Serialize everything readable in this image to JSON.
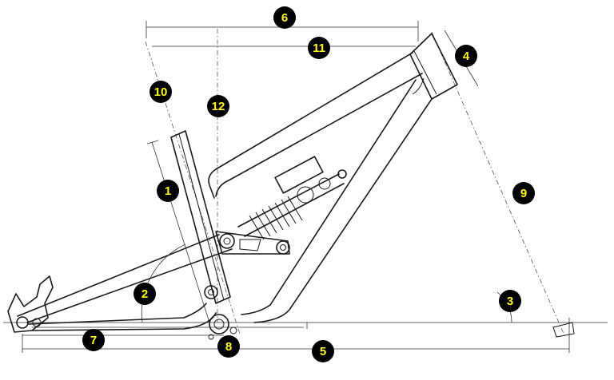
{
  "colors": {
    "marker_fill": "#ffff00",
    "marker_ring": "#000000",
    "marker_text": "#000000",
    "line": "#1a1a1a",
    "background": "#ffffff"
  },
  "markers": [
    {
      "label": "1"
    },
    {
      "label": "2"
    },
    {
      "label": "3"
    },
    {
      "label": "4"
    },
    {
      "label": "5"
    },
    {
      "label": "6"
    },
    {
      "label": "7"
    },
    {
      "label": "8"
    },
    {
      "label": "9"
    },
    {
      "label": "10"
    },
    {
      "label": "11"
    },
    {
      "label": "12"
    }
  ]
}
